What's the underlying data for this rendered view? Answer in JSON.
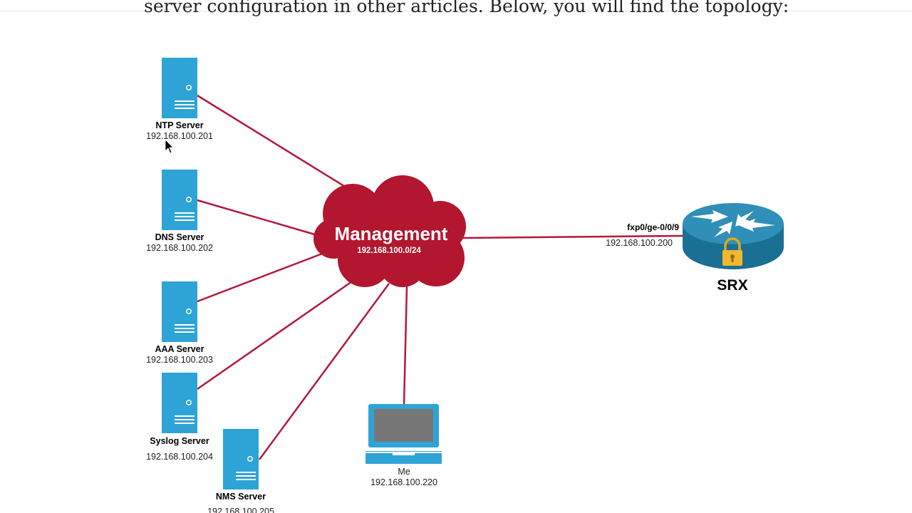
{
  "article": {
    "intro_fragment": "server configuration in other articles. Below, you will find the topology:"
  },
  "colors": {
    "server": "#2ea4d6",
    "cloud": "#b3162f",
    "link": "#b4183a",
    "router_top": "#2f8fb8",
    "router_side": "#1a6f94",
    "lock": "#f2b630"
  },
  "cloud": {
    "title": "Management",
    "subnet": "192.168.100.0/24"
  },
  "servers": [
    {
      "name": "NTP Server",
      "ip": "192.168.100.201"
    },
    {
      "name": "DNS Server",
      "ip": "192.168.100.202"
    },
    {
      "name": "AAA Server",
      "ip": "192.168.100.203"
    },
    {
      "name": "Syslog Server",
      "ip": "192.168.100.204"
    },
    {
      "name": "NMS Server",
      "ip": "192.168.100.205"
    }
  ],
  "laptop": {
    "name": "Me",
    "ip": "192.168.100.220"
  },
  "router": {
    "name": "SRX",
    "interface": "fxp0/ge-0/0/9",
    "ip": "192.168.100.200"
  },
  "icons": [
    "server-icon",
    "cloud-icon",
    "laptop-icon",
    "router-icon",
    "lock-icon",
    "mouse-cursor-icon"
  ]
}
